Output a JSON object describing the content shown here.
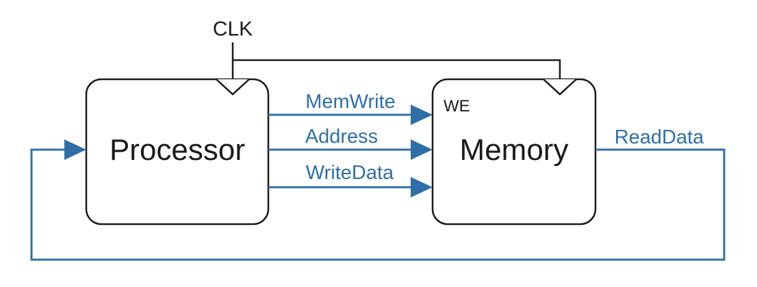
{
  "diagram": {
    "clock_label": "CLK",
    "processor_label": "Processor",
    "memory_label": "Memory",
    "write_enable_label": "WE",
    "signals": {
      "mem_write": "MemWrite",
      "address": "Address",
      "write_data": "WriteData",
      "read_data": "ReadData"
    }
  },
  "colors": {
    "signal_wire": "#2f6fa8",
    "outline": "#1a1a1a",
    "background": "#ffffff"
  }
}
